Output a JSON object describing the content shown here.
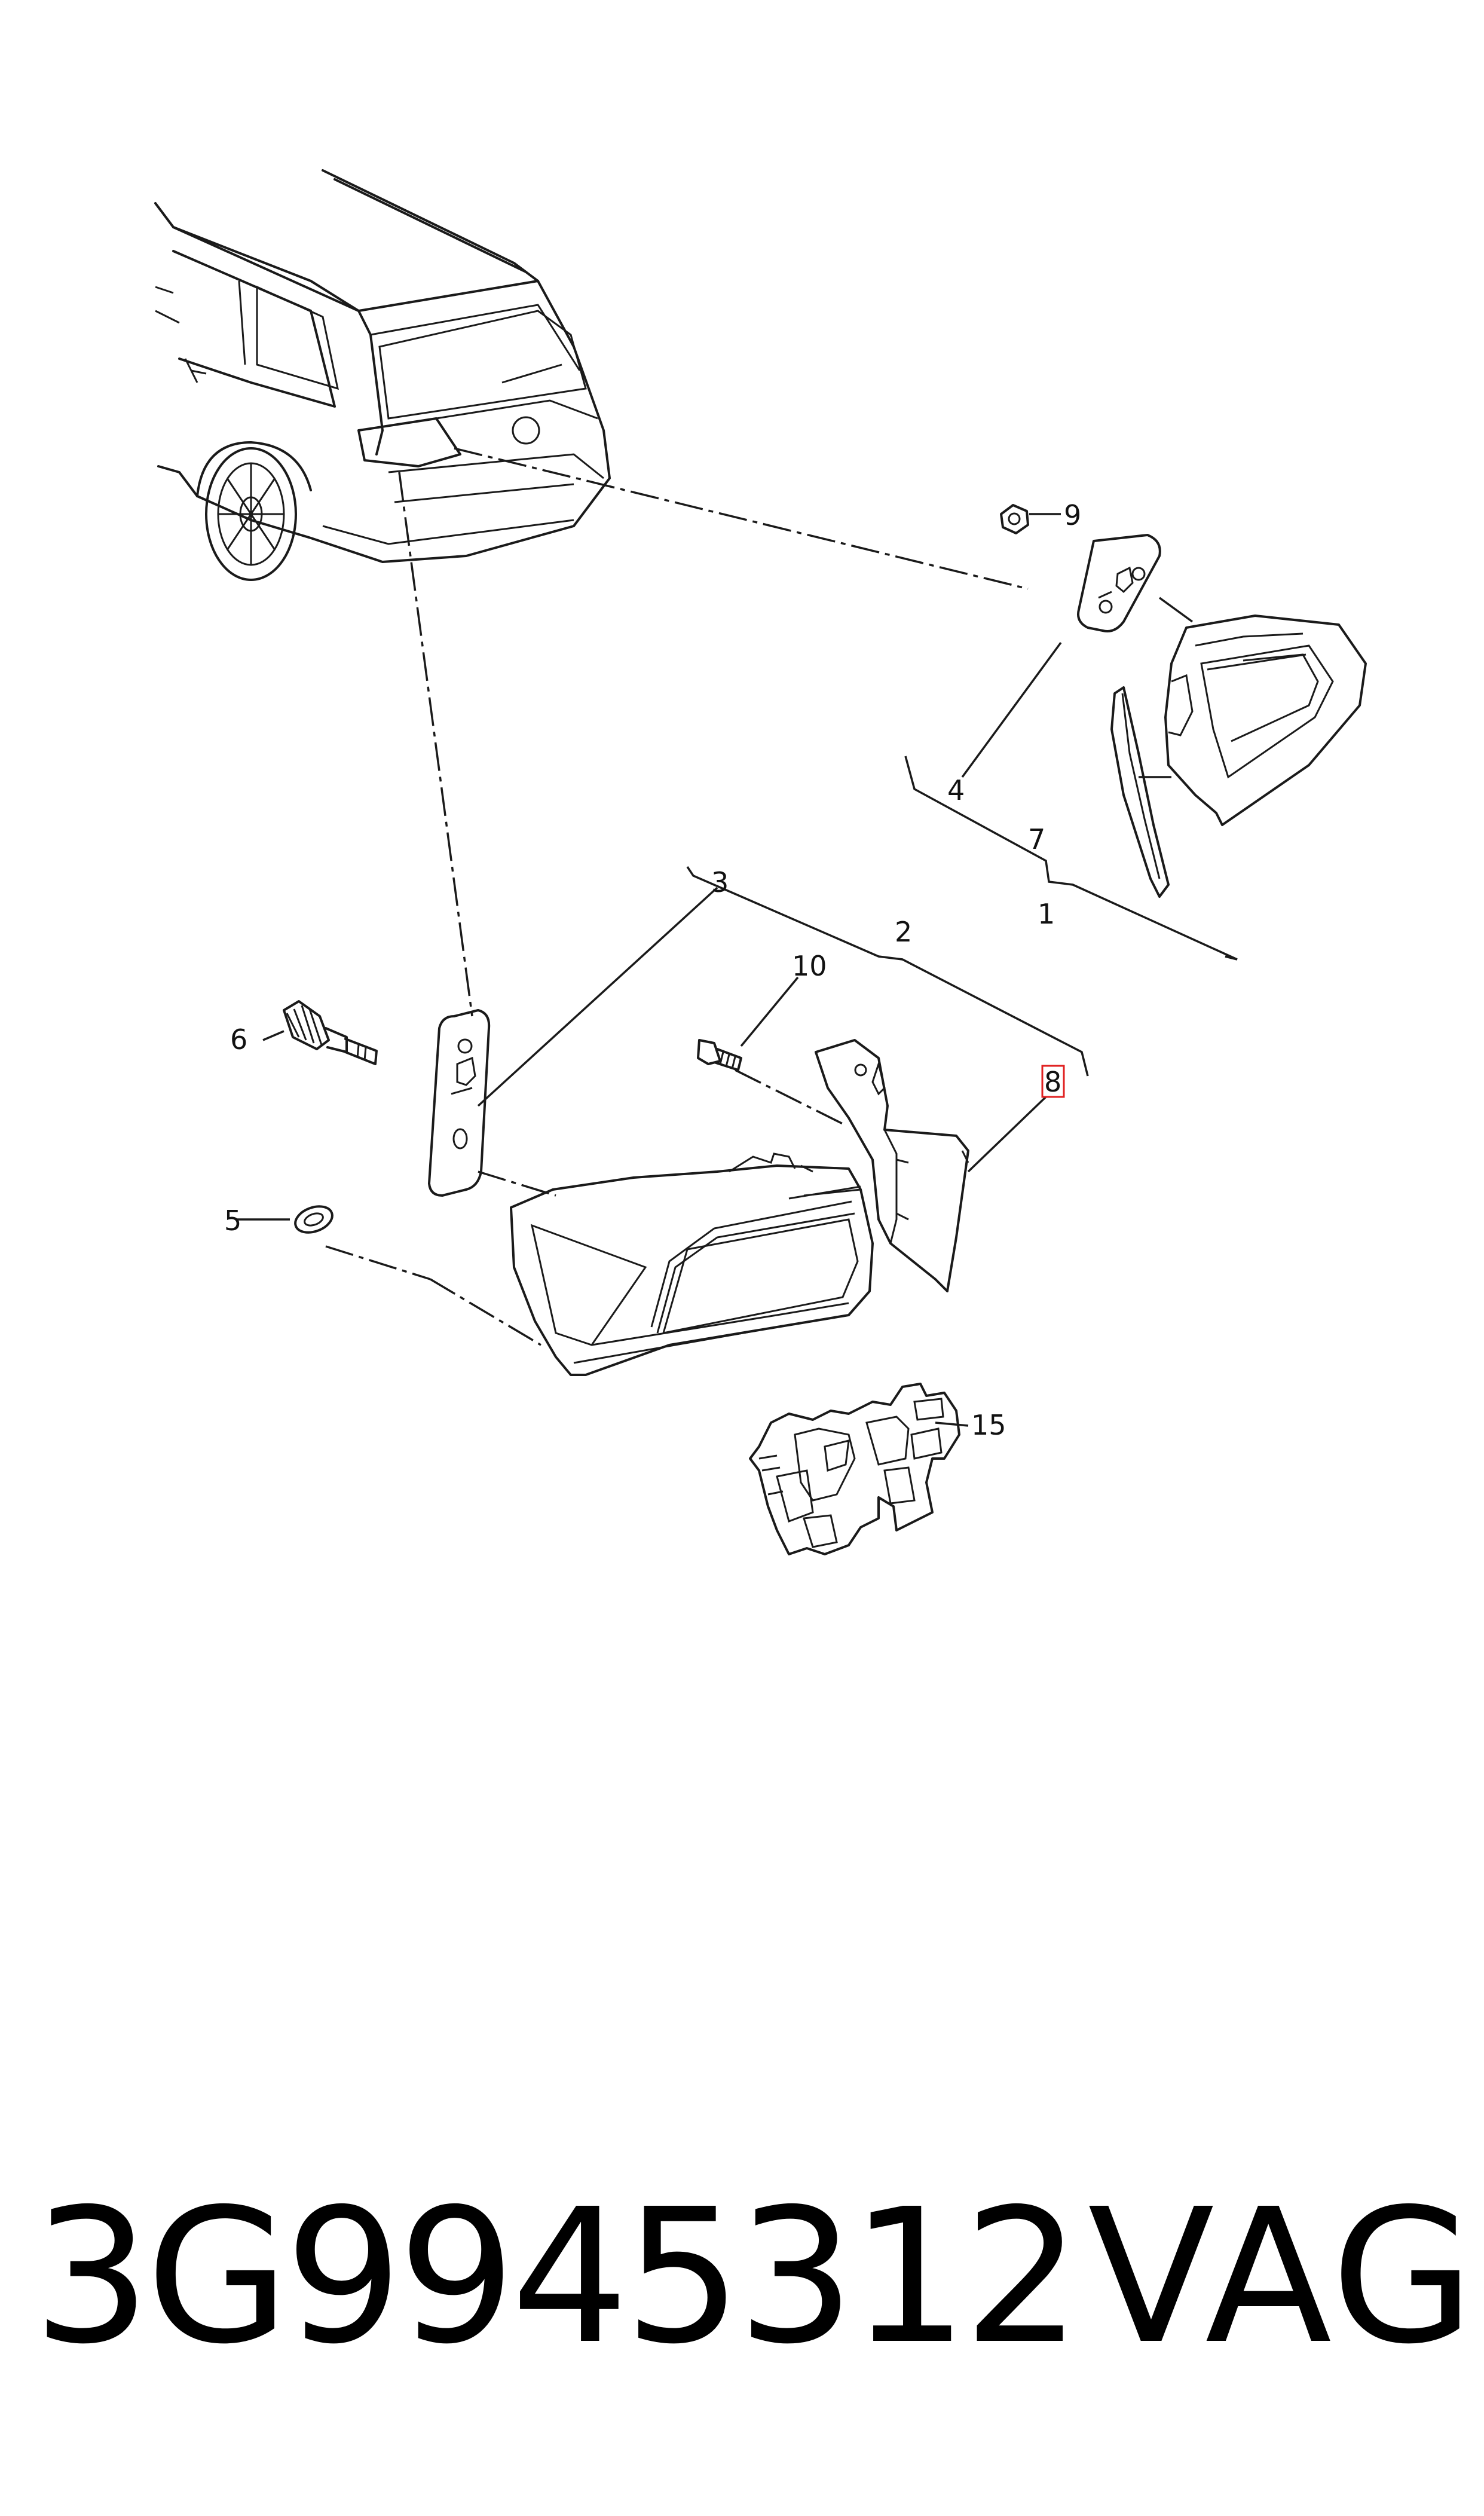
{
  "callouts": {
    "c1": "1",
    "c2": "2",
    "c3": "3",
    "c4": "4",
    "c5": "5",
    "c6": "6",
    "c7": "7",
    "c8": "8",
    "c9": "9",
    "c10": "10",
    "c15": "15"
  },
  "highlighted_callout": "8",
  "highlight_color": "#e02020",
  "footer": {
    "part_number": "3G9945312",
    "brand": "VAG"
  }
}
